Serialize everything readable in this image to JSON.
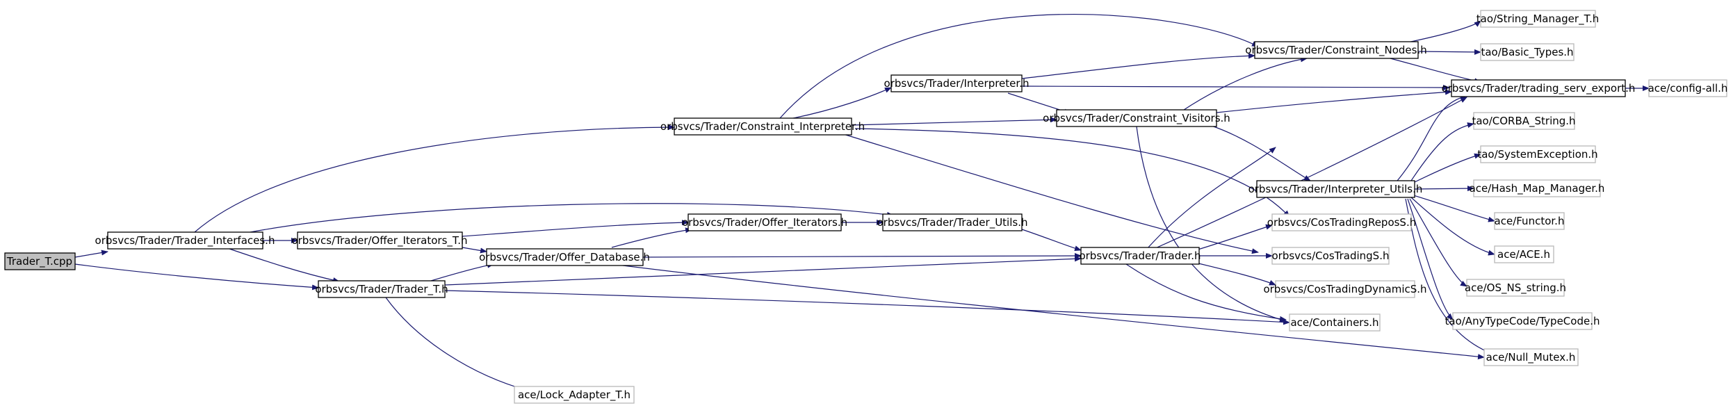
{
  "diagram": {
    "colors": {
      "edge": "#191970",
      "root_fill": "#bfbfbf",
      "node_border": "#000000",
      "leaf_border": "#b8b8b8"
    },
    "nodes": [
      {
        "id": "trader_t_cpp",
        "label": "Trader_T.cpp"
      },
      {
        "id": "trader_interfaces",
        "label": "orbsvcs/Trader/Trader_Interfaces.h"
      },
      {
        "id": "constraint_interpreter",
        "label": "orbsvcs/Trader/Constraint_Interpreter.h"
      },
      {
        "id": "interpreter",
        "label": "orbsvcs/Trader/Interpreter.h"
      },
      {
        "id": "constraint_nodes",
        "label": "orbsvcs/Trader/Constraint_Nodes.h"
      },
      {
        "id": "string_manager",
        "label": "tao/String_Manager_T.h"
      },
      {
        "id": "basic_types",
        "label": "tao/Basic_Types.h"
      },
      {
        "id": "trading_serv_export",
        "label": "orbsvcs/Trader/trading_serv_export.h"
      },
      {
        "id": "config_all",
        "label": "ace/config-all.h"
      },
      {
        "id": "constraint_visitors",
        "label": "orbsvcs/Trader/Constraint_Visitors.h"
      },
      {
        "id": "corba_string",
        "label": "tao/CORBA_String.h"
      },
      {
        "id": "system_exception",
        "label": "tao/SystemException.h"
      },
      {
        "id": "interpreter_utils",
        "label": "orbsvcs/Trader/Interpreter_Utils.h"
      },
      {
        "id": "hash_map_manager",
        "label": "ace/Hash_Map_Manager.h"
      },
      {
        "id": "functor",
        "label": "ace/Functor.h"
      },
      {
        "id": "offer_iterators_t",
        "label": "orbsvcs/Trader/Offer_Iterators_T.h"
      },
      {
        "id": "offer_iterators",
        "label": "orbsvcs/Trader/Offer_Iterators.h"
      },
      {
        "id": "trader_utils",
        "label": "orbsvcs/Trader/Trader_Utils.h"
      },
      {
        "id": "cos_trading_repos",
        "label": "orbsvcs/CosTradingReposS.h"
      },
      {
        "id": "offer_database",
        "label": "orbsvcs/Trader/Offer_Database.h"
      },
      {
        "id": "trader_h",
        "label": "orbsvcs/Trader/Trader.h"
      },
      {
        "id": "cos_trading",
        "label": "orbsvcs/CosTradingS.h"
      },
      {
        "id": "ace_h",
        "label": "ace/ACE.h"
      },
      {
        "id": "trader_t_h",
        "label": "orbsvcs/Trader/Trader_T.h"
      },
      {
        "id": "cos_trading_dynamic",
        "label": "orbsvcs/CosTradingDynamicS.h"
      },
      {
        "id": "os_ns_string",
        "label": "ace/OS_NS_string.h"
      },
      {
        "id": "containers",
        "label": "ace/Containers.h"
      },
      {
        "id": "typecode",
        "label": "tao/AnyTypeCode/TypeCode.h"
      },
      {
        "id": "null_mutex",
        "label": "ace/Null_Mutex.h"
      },
      {
        "id": "lock_adapter",
        "label": "ace/Lock_Adapter_T.h"
      }
    ]
  }
}
